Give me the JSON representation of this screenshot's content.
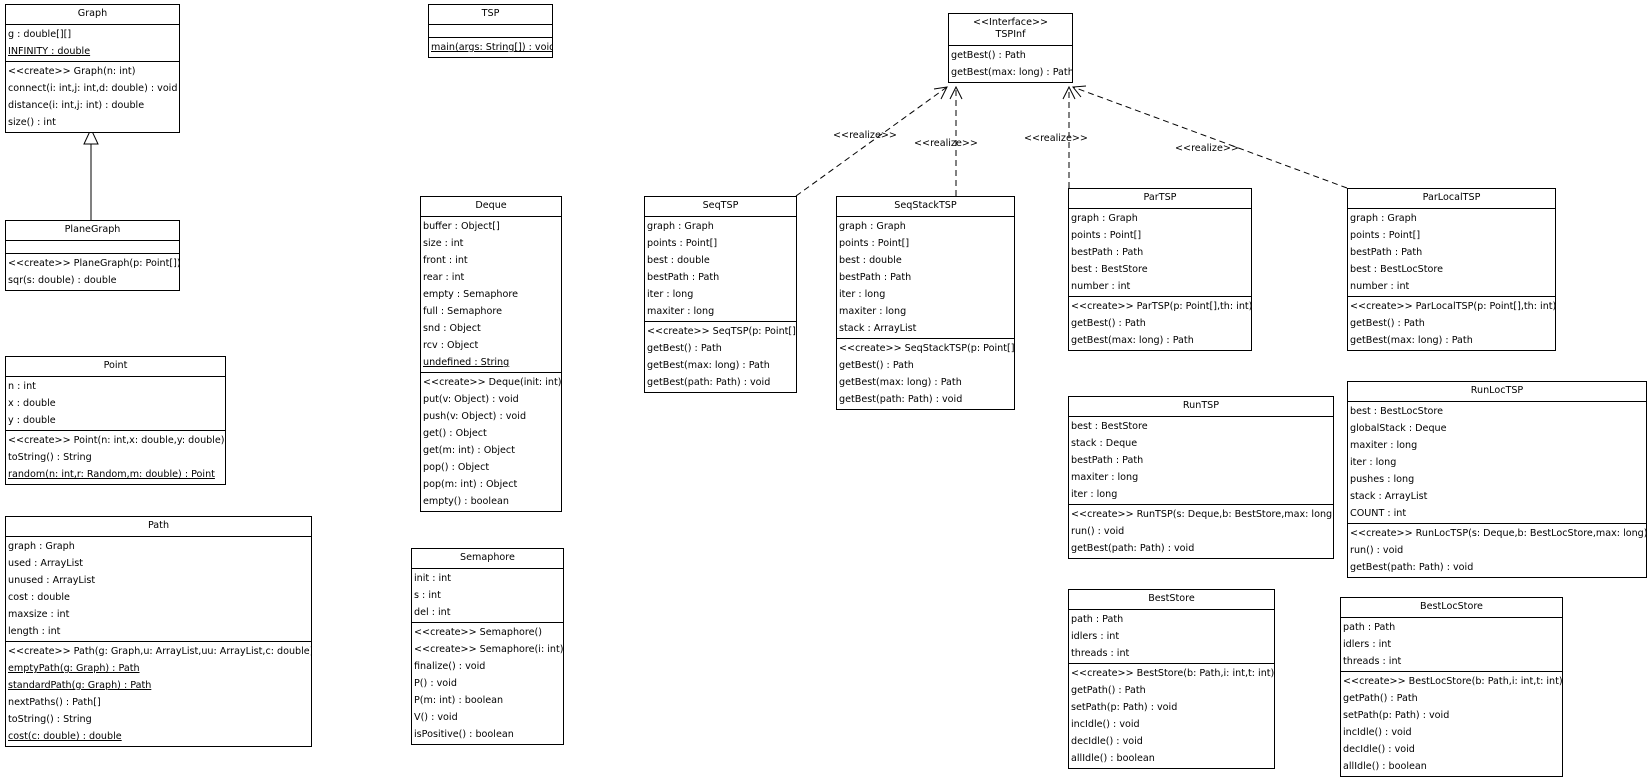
{
  "classes": {
    "graph": {
      "name": "Graph",
      "attributes": [
        {
          "text": "g : double[][]",
          "static": false
        },
        {
          "text": "INFINITY : double",
          "static": true
        }
      ],
      "operations": [
        {
          "text": "<<create>> Graph(n: int)",
          "static": false
        },
        {
          "text": "connect(i: int,j: int,d: double) : void",
          "static": false
        },
        {
          "text": "distance(i: int,j: int) : double",
          "static": false
        },
        {
          "text": "size() : int",
          "static": false
        }
      ]
    },
    "planegraph": {
      "name": "PlaneGraph",
      "attributes": [],
      "operations": [
        {
          "text": "<<create>> PlaneGraph(p: Point[])",
          "static": false
        },
        {
          "text": "sqr(s: double) : double",
          "static": false
        }
      ]
    },
    "point": {
      "name": "Point",
      "attributes": [
        {
          "text": "n : int",
          "static": false
        },
        {
          "text": "x : double",
          "static": false
        },
        {
          "text": "y : double",
          "static": false
        }
      ],
      "operations": [
        {
          "text": "<<create>> Point(n: int,x: double,y: double)",
          "static": false
        },
        {
          "text": "toString() : String",
          "static": false
        },
        {
          "text": "random(n: int,r: Random,m: double) : Point",
          "static": true
        }
      ]
    },
    "path": {
      "name": "Path",
      "attributes": [
        {
          "text": "graph : Graph",
          "static": false
        },
        {
          "text": "used : ArrayList",
          "static": false
        },
        {
          "text": "unused : ArrayList",
          "static": false
        },
        {
          "text": "cost : double",
          "static": false
        },
        {
          "text": "maxsize : int",
          "static": false
        },
        {
          "text": "length : int",
          "static": false
        }
      ],
      "operations": [
        {
          "text": "<<create>> Path(g: Graph,u: ArrayList,uu: ArrayList,c: double)",
          "static": false
        },
        {
          "text": "emptyPath(g: Graph) : Path",
          "static": true
        },
        {
          "text": "standardPath(g: Graph) : Path",
          "static": true
        },
        {
          "text": "nextPaths() : Path[]",
          "static": false
        },
        {
          "text": "toString() : String",
          "static": false
        },
        {
          "text": "cost(c: double) : double",
          "static": true
        }
      ]
    },
    "tsp": {
      "name": "TSP",
      "attributes": [],
      "operations": [
        {
          "text": "main(args: String[]) : void",
          "static": true
        }
      ]
    },
    "deque": {
      "name": "Deque",
      "attributes": [
        {
          "text": "buffer : Object[]",
          "static": false
        },
        {
          "text": "size : int",
          "static": false
        },
        {
          "text": "front : int",
          "static": false
        },
        {
          "text": "rear : int",
          "static": false
        },
        {
          "text": "empty : Semaphore",
          "static": false
        },
        {
          "text": "full : Semaphore",
          "static": false
        },
        {
          "text": "snd : Object",
          "static": false
        },
        {
          "text": "rcv : Object",
          "static": false
        },
        {
          "text": "undefined : String",
          "static": true
        }
      ],
      "operations": [
        {
          "text": "<<create>> Deque(init: int)",
          "static": false
        },
        {
          "text": "put(v: Object) : void",
          "static": false
        },
        {
          "text": "push(v: Object) : void",
          "static": false
        },
        {
          "text": "get() : Object",
          "static": false
        },
        {
          "text": "get(m: int) : Object",
          "static": false
        },
        {
          "text": "pop() : Object",
          "static": false
        },
        {
          "text": "pop(m: int) : Object",
          "static": false
        },
        {
          "text": "empty() : boolean",
          "static": false
        }
      ]
    },
    "semaphore": {
      "name": "Semaphore",
      "attributes": [
        {
          "text": "init : int",
          "static": false
        },
        {
          "text": "s : int",
          "static": false
        },
        {
          "text": "del : int",
          "static": false
        }
      ],
      "operations": [
        {
          "text": "<<create>> Semaphore()",
          "static": false
        },
        {
          "text": "<<create>> Semaphore(i: int)",
          "static": false
        },
        {
          "text": "finalize() : void",
          "static": false
        },
        {
          "text": "P() : void",
          "static": false
        },
        {
          "text": "P(m: int) : boolean",
          "static": false
        },
        {
          "text": "V() : void",
          "static": false
        },
        {
          "text": "isPositive() : boolean",
          "static": false
        }
      ]
    },
    "tspinf": {
      "name": "TSPInf",
      "stereotype": "<<Interface>>",
      "attributes": [],
      "operations": [
        {
          "text": "getBest() : Path",
          "static": false
        },
        {
          "text": "getBest(max: long) : Path",
          "static": false
        }
      ]
    },
    "seqtsp": {
      "name": "SeqTSP",
      "attributes": [
        {
          "text": "graph : Graph",
          "static": false
        },
        {
          "text": "points : Point[]",
          "static": false
        },
        {
          "text": "best : double",
          "static": false
        },
        {
          "text": "bestPath : Path",
          "static": false
        },
        {
          "text": "iter : long",
          "static": false
        },
        {
          "text": "maxiter : long",
          "static": false
        }
      ],
      "operations": [
        {
          "text": "<<create>> SeqTSP(p: Point[])",
          "static": false
        },
        {
          "text": "getBest() : Path",
          "static": false
        },
        {
          "text": "getBest(max: long) : Path",
          "static": false
        },
        {
          "text": "getBest(path: Path) : void",
          "static": false
        }
      ]
    },
    "seqstacktsp": {
      "name": "SeqStackTSP",
      "attributes": [
        {
          "text": "graph : Graph",
          "static": false
        },
        {
          "text": "points : Point[]",
          "static": false
        },
        {
          "text": "best : double",
          "static": false
        },
        {
          "text": "bestPath : Path",
          "static": false
        },
        {
          "text": "iter : long",
          "static": false
        },
        {
          "text": "maxiter : long",
          "static": false
        },
        {
          "text": "stack : ArrayList",
          "static": false
        }
      ],
      "operations": [
        {
          "text": "<<create>> SeqStackTSP(p: Point[])",
          "static": false
        },
        {
          "text": "getBest() : Path",
          "static": false
        },
        {
          "text": "getBest(max: long) : Path",
          "static": false
        },
        {
          "text": "getBest(path: Path) : void",
          "static": false
        }
      ]
    },
    "partsp": {
      "name": "ParTSP",
      "attributes": [
        {
          "text": "graph : Graph",
          "static": false
        },
        {
          "text": "points : Point[]",
          "static": false
        },
        {
          "text": "bestPath : Path",
          "static": false
        },
        {
          "text": "best : BestStore",
          "static": false
        },
        {
          "text": "number : int",
          "static": false
        }
      ],
      "operations": [
        {
          "text": "<<create>> ParTSP(p: Point[],th: int)",
          "static": false
        },
        {
          "text": "getBest() : Path",
          "static": false
        },
        {
          "text": "getBest(max: long) : Path",
          "static": false
        }
      ]
    },
    "parlocaltsp": {
      "name": "ParLocalTSP",
      "attributes": [
        {
          "text": "graph : Graph",
          "static": false
        },
        {
          "text": "points : Point[]",
          "static": false
        },
        {
          "text": "bestPath : Path",
          "static": false
        },
        {
          "text": "best : BestLocStore",
          "static": false
        },
        {
          "text": "number : int",
          "static": false
        }
      ],
      "operations": [
        {
          "text": "<<create>> ParLocalTSP(p: Point[],th: int)",
          "static": false
        },
        {
          "text": "getBest() : Path",
          "static": false
        },
        {
          "text": "getBest(max: long) : Path",
          "static": false
        }
      ]
    },
    "runtsp": {
      "name": "RunTSP",
      "attributes": [
        {
          "text": "best : BestStore",
          "static": false
        },
        {
          "text": "stack : Deque",
          "static": false
        },
        {
          "text": "bestPath : Path",
          "static": false
        },
        {
          "text": "maxiter : long",
          "static": false
        },
        {
          "text": "iter : long",
          "static": false
        }
      ],
      "operations": [
        {
          "text": "<<create>> RunTSP(s: Deque,b: BestStore,max: long)",
          "static": false
        },
        {
          "text": "run() : void",
          "static": false
        },
        {
          "text": "getBest(path: Path) : void",
          "static": false
        }
      ]
    },
    "runloctsp": {
      "name": "RunLocTSP",
      "attributes": [
        {
          "text": "best : BestLocStore",
          "static": false
        },
        {
          "text": "globalStack : Deque",
          "static": false
        },
        {
          "text": "maxiter : long",
          "static": false
        },
        {
          "text": "iter : long",
          "static": false
        },
        {
          "text": "pushes : long",
          "static": false
        },
        {
          "text": "stack : ArrayList",
          "static": false
        },
        {
          "text": "COUNT : int",
          "static": false
        }
      ],
      "operations": [
        {
          "text": "<<create>> RunLocTSP(s: Deque,b: BestLocStore,max: long)",
          "static": false
        },
        {
          "text": "run() : void",
          "static": false
        },
        {
          "text": "getBest(path: Path) : void",
          "static": false
        }
      ]
    },
    "beststore": {
      "name": "BestStore",
      "attributes": [
        {
          "text": "path : Path",
          "static": false
        },
        {
          "text": "idlers : int",
          "static": false
        },
        {
          "text": "threads : int",
          "static": false
        }
      ],
      "operations": [
        {
          "text": "<<create>> BestStore(b: Path,i: int,t: int)",
          "static": false
        },
        {
          "text": "getPath() : Path",
          "static": false
        },
        {
          "text": "setPath(p: Path) : void",
          "static": false
        },
        {
          "text": "incIdle() : void",
          "static": false
        },
        {
          "text": "decIdle() : void",
          "static": false
        },
        {
          "text": "allIdle() : boolean",
          "static": false
        }
      ]
    },
    "bestlocstore": {
      "name": "BestLocStore",
      "attributes": [
        {
          "text": "path : Path",
          "static": false
        },
        {
          "text": "idlers : int",
          "static": false
        },
        {
          "text": "threads : int",
          "static": false
        }
      ],
      "operations": [
        {
          "text": "<<create>> BestLocStore(b: Path,i: int,t: int)",
          "static": false
        },
        {
          "text": "getPath() : Path",
          "static": false
        },
        {
          "text": "setPath(p: Path) : void",
          "static": false
        },
        {
          "text": "incIdle() : void",
          "static": false
        },
        {
          "text": "decIdle() : void",
          "static": false
        },
        {
          "text": "allIdle() : boolean",
          "static": false
        }
      ]
    }
  },
  "relations": {
    "realize_label": "<<realize>>"
  }
}
